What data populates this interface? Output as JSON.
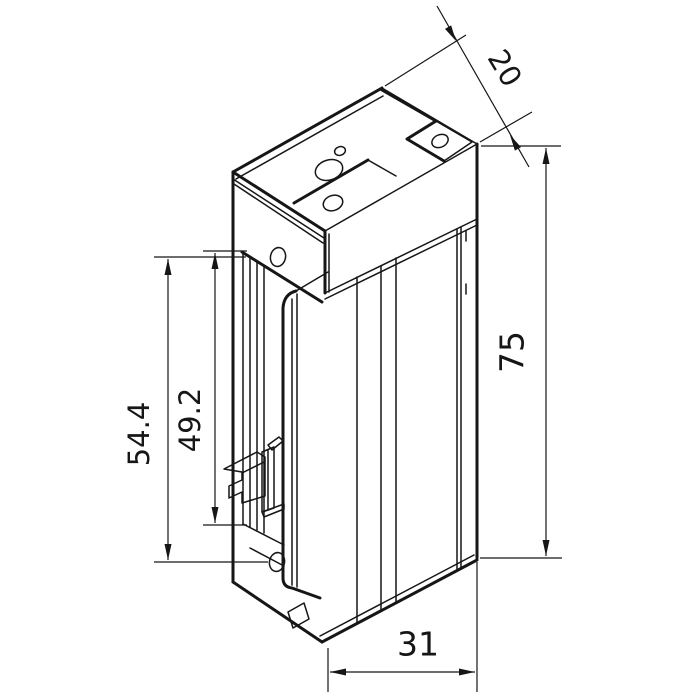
{
  "drawing": {
    "kind": "isometric-technical-drawing",
    "subject": "electric-strike-lock",
    "colors": {
      "line": "#161616",
      "background": "#ffffff"
    },
    "dimensions": {
      "top_depth": "20",
      "right_height": "75",
      "left_outer_height": "54.4",
      "left_inner_height": "49.2",
      "bottom_width": "31"
    }
  }
}
